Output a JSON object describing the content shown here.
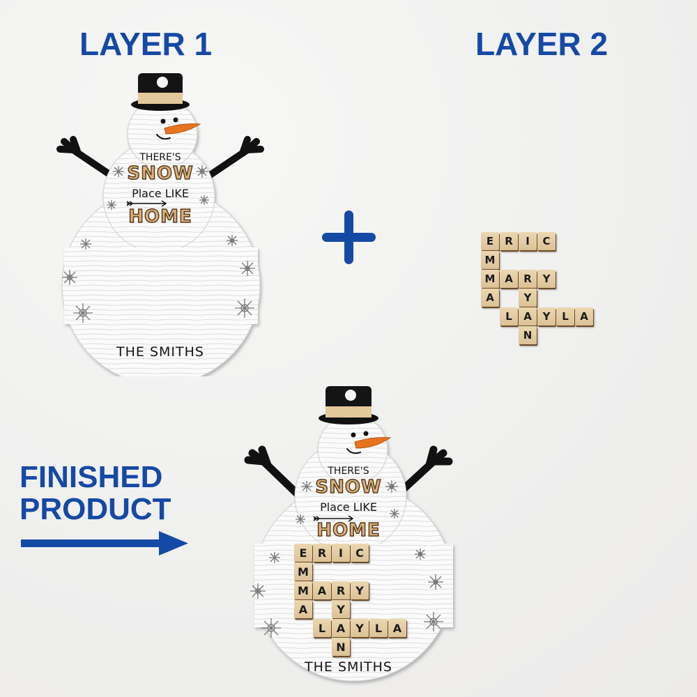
{
  "labels": {
    "layer1": "LAYER 1",
    "layer2": "LAYER 2",
    "finished_line1": "FINISHED",
    "finished_line2": "PRODUCT",
    "plus": "+"
  },
  "colors": {
    "label_blue": "#1549a6",
    "hat_black": "#111111",
    "hat_band": "#e3c89c",
    "nose_orange": "#e8731f",
    "tile_wood": "#e3cba2",
    "lettering_wood": "#d8b27e",
    "background": "#f2f2f1"
  },
  "ornament": {
    "line1": "THERE'S",
    "line2": "SNOW",
    "line3": "Place LIKE",
    "line4": "HOME",
    "family_name": "THE SMITHS"
  },
  "tiles": {
    "words": [
      "ERIC",
      "EMMA",
      "MARY",
      "RYAN",
      "LAYLA"
    ],
    "grid": [
      {
        "row": 0,
        "col": 0,
        "letter": "E"
      },
      {
        "row": 0,
        "col": 1,
        "letter": "R"
      },
      {
        "row": 0,
        "col": 2,
        "letter": "I"
      },
      {
        "row": 0,
        "col": 3,
        "letter": "C"
      },
      {
        "row": 1,
        "col": 0,
        "letter": "M"
      },
      {
        "row": 2,
        "col": 0,
        "letter": "M"
      },
      {
        "row": 2,
        "col": 1,
        "letter": "A"
      },
      {
        "row": 2,
        "col": 2,
        "letter": "R"
      },
      {
        "row": 2,
        "col": 3,
        "letter": "Y"
      },
      {
        "row": 3,
        "col": 0,
        "letter": "A"
      },
      {
        "row": 3,
        "col": 2,
        "letter": "Y"
      },
      {
        "row": 4,
        "col": 1,
        "letter": "L"
      },
      {
        "row": 4,
        "col": 2,
        "letter": "A"
      },
      {
        "row": 4,
        "col": 3,
        "letter": "Y"
      },
      {
        "row": 4,
        "col": 4,
        "letter": "L"
      },
      {
        "row": 4,
        "col": 5,
        "letter": "A"
      },
      {
        "row": 5,
        "col": 2,
        "letter": "N"
      }
    ]
  }
}
